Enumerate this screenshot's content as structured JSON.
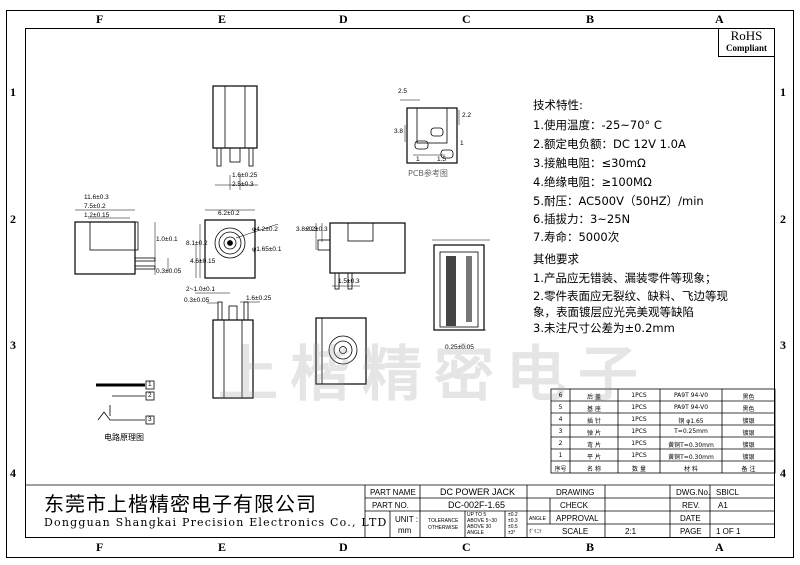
{
  "zones": {
    "top": [
      "F",
      "E",
      "D",
      "C",
      "B",
      "A"
    ],
    "bottom": [
      "F",
      "E",
      "D",
      "C",
      "B",
      "A"
    ],
    "left": [
      "1",
      "2",
      "3",
      "4"
    ],
    "right": [
      "1",
      "2",
      "3",
      "4"
    ]
  },
  "rohs": {
    "line1": "RoHS",
    "line2": "Compliant"
  },
  "specs": {
    "title": "技术特性:",
    "items": [
      "1.使用温度：-25~70° C",
      "2.额定电负额：DC 12V 1.0A",
      "3.接触电阻：≤30mΩ",
      "4.绝缘电阻：≥100MΩ",
      "5.耐压：AC500V（50HZ）/min",
      "6.插拔力：3~25N",
      "7.寿命：5000次"
    ],
    "other_title": "其他要求",
    "other_items": [
      "1.产品应无错装、漏装零件等现象；",
      "2.零件表面应无裂纹、缺料、飞边等现",
      "象，表面镀层应光亮美观等缺陷",
      "3.未注尺寸公差为±0.2mm"
    ]
  },
  "drawing": {
    "pcb_label": "PCB参考图",
    "circuit_label": "电路原理图",
    "pins": [
      "1",
      "2",
      "3"
    ],
    "dims": {
      "a": "1.6±0.25",
      "b": "2.5±0.3",
      "c": "11.6±0.3",
      "d": "7.5±0.2",
      "e": "1.2±0.15",
      "f": "1.0±0.1",
      "g": "0.3±0.05",
      "h": "6.2±0.2",
      "i": "φ4.2±0.2",
      "j": "φ1.65±0.1",
      "k": "8.1±0.2",
      "l": "4.6±0.15",
      "m": "2.2±0.3",
      "n": "3.8±0.3",
      "o": "1.5±0.3",
      "p": "2~1.0±0.1",
      "q": "0.3±0.05",
      "r": "1.6±0.25",
      "s": "0.25±0.05",
      "t": "2.5",
      "u": "2.2",
      "v": "3.8",
      "w": "1",
      "x": "1.5",
      "y": "1"
    }
  },
  "watermark": "上楷精密电子",
  "bom": {
    "rows": [
      {
        "no": "6",
        "name": "后 盖",
        "qty": "1PCS",
        "material": "PA9T 94-V0",
        "remark": "黑色"
      },
      {
        "no": "5",
        "name": "基 座",
        "qty": "1PCS",
        "material": "PA9T 94-V0",
        "remark": "黑色"
      },
      {
        "no": "4",
        "name": "插 针",
        "qty": "1PCS",
        "material": "铜 φ1.65",
        "remark": "镀银"
      },
      {
        "no": "3",
        "name": "弹 片",
        "qty": "1PCS",
        "material": "T=0.25mm",
        "remark": "镀银"
      },
      {
        "no": "2",
        "name": "弯 片",
        "qty": "1PCS",
        "material": "黄铜T=0.30mm",
        "remark": "镀银"
      },
      {
        "no": "1",
        "name": "平 片",
        "qty": "1PCS",
        "material": "黄铜T=0.30mm",
        "remark": "镀银"
      }
    ],
    "header": {
      "no": "序号",
      "name": "名 称",
      "qty": "数 量",
      "material": "材 料",
      "remark": "备 注"
    }
  },
  "company": {
    "cn": "东莞市上楷精密电子有限公司",
    "en": "Dongguan Shangkai Precision Electronics Co., LTD"
  },
  "titleblock": {
    "part_name_label": "PART NAME",
    "part_name": "DC POWER JACK",
    "part_no_label": "PART NO.",
    "part_no": "DC-002F-1.65",
    "unit_label": "UNIT :",
    "unit": "mm",
    "tolerance_label": "TOLERANCE",
    "otherwise_label": "OTHERWISE",
    "tol_rows": [
      "UP TO 5",
      "ABOVE 5~30",
      "ABOVE 30",
      "ANGLE"
    ],
    "tol_vals": [
      "±0.2",
      "±0.3",
      "±0.5",
      "±3°"
    ],
    "angle_label": "ANGLE",
    "proj_label": "ｸﾞﾘﾆﾂ",
    "drawing_label": "DRAWING",
    "check_label": "CHECK",
    "approval_label": "APPROVAL",
    "scale_label": "SCALE",
    "scale": "2:1",
    "dwg_label": "DWG.No.",
    "dwg": "SBICL",
    "rev_label": "REV.",
    "rev": "A1",
    "date_label": "DATE",
    "page_label": "PAGE",
    "page": "1  OF  1"
  }
}
